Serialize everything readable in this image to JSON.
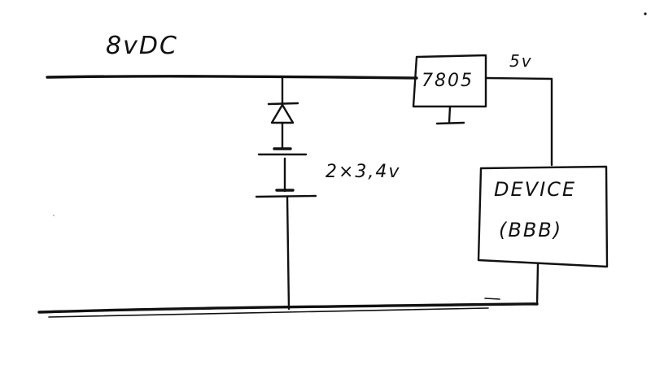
{
  "diagram": {
    "supply_label": "8vDC",
    "regulator_label": "7805",
    "output_label": "5v",
    "battery_label": "2×3,4v",
    "device_label_line1": "DEVICE",
    "device_label_line2": "(BBB)"
  },
  "colors": {
    "ink": "#111111",
    "paper": "#ffffff"
  }
}
